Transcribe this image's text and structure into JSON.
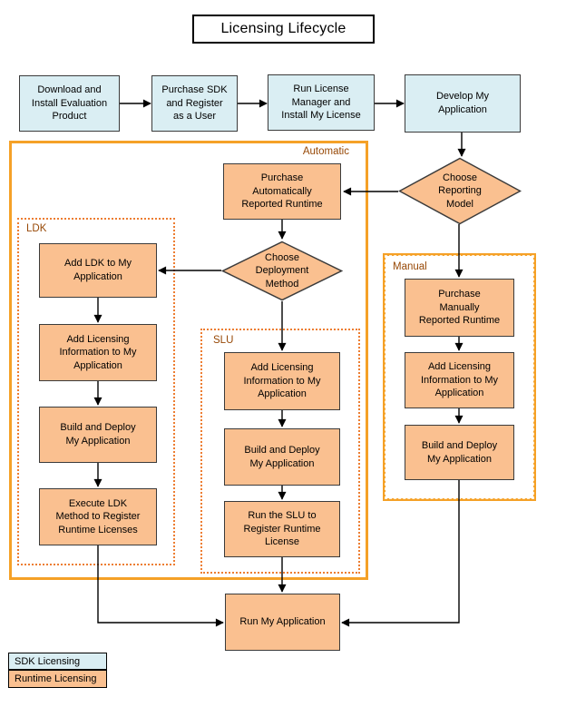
{
  "title": "Licensing Lifecycle",
  "colors": {
    "sdk_fill": "#DAEEF3",
    "runtime_fill": "#FAC090",
    "container_border": "#F5A127",
    "dotted_border": "#ED7D31",
    "group_label": "#974806",
    "node_border": "#3B3B3B",
    "connector": "#000000"
  },
  "groups": {
    "automatic": "Automatic",
    "ldk": "LDK",
    "slu": "SLU",
    "manual": "Manual"
  },
  "nodes": {
    "download": "Download and\nInstall Evaluation\nProduct",
    "purchase_sdk": "Purchase SDK\nand Register\nas a User",
    "run_license_manager": "Run License\nManager and\nInstall My License",
    "develop": "Develop My\nApplication",
    "purchase_auto": "Purchase\nAutomatically\nReported Runtime",
    "choose_reporting": "Choose\nReporting\nModel",
    "choose_deployment": "Choose\nDeployment\nMethod",
    "ldk_add": "Add LDK to My\nApplication",
    "ldk_add_licensing": "Add Licensing\nInformation to My\nApplication",
    "ldk_build": "Build and Deploy\nMy Application",
    "ldk_execute": "Execute LDK\nMethod to Register\nRuntime Licenses",
    "slu_add_licensing": "Add Licensing\nInformation to My\nApplication",
    "slu_build": "Build and Deploy\nMy Application",
    "slu_run": "Run the SLU to\nRegister Runtime\nLicense",
    "manual_purchase": "Purchase\nManually\nReported Runtime",
    "manual_add_licensing": "Add Licensing\nInformation to My\nApplication",
    "manual_build": "Build and Deploy\nMy Application",
    "run_app": "Run My Application"
  },
  "legend": {
    "items": [
      {
        "label": "SDK Licensing",
        "type": "sdk"
      },
      {
        "label": "Runtime Licensing",
        "type": "runtime"
      }
    ]
  }
}
